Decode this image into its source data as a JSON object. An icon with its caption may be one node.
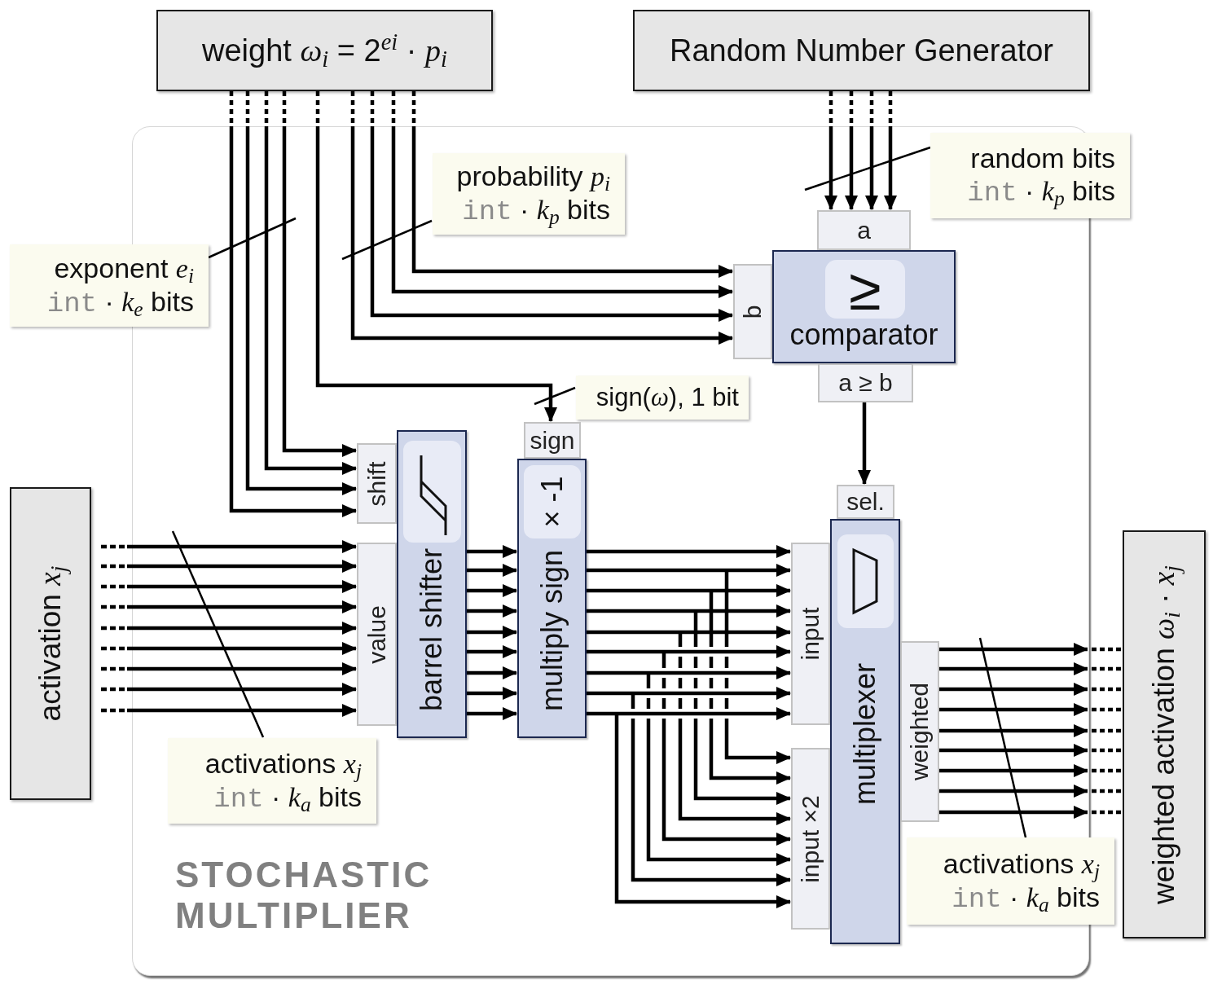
{
  "diagram": {
    "nodes": [
      {
        "text": [
          "weight *ω*$_{i}$ = 2$^{ei}$ · *p*$_{i}$"
        ]
      },
      {
        "text": [
          "Random Number Generator"
        ]
      },
      {
        "text": [
          "STOCHASTIC MULTIPLIER"
        ]
      },
      {
        "text": [
          "activation *x*$_{j}$"
        ]
      },
      {
        "text": [
          "weighted activation *ω*$_{i}$ · *x*$_{j}$"
        ]
      },
      {
        "text": [
          "exponent *e*$_{i}$",
          "int · *k*$_{e}$ bits"
        ]
      },
      {
        "text": [
          "probability *p*$_{i}$",
          "int · *k*$_{p}$ bits"
        ],
        "in": 2
      },
      {
        "text": [
          "random bits",
          "int · *k*$_{p}$ bits"
        ]
      },
      {
        "text": [
          "a"
        ],
        "in": 2
      },
      {
        "text": [
          "b"
        ],
        "in": 2
      },
      {
        "text": [
          "≥",
          "comparator"
        ],
        "in": 2
      },
      {
        "text": [
          "a ≥ b"
        ],
        "in": 2
      },
      {
        "text": [
          "sign(*ω*), 1 bit"
        ],
        "in": 2
      },
      {
        "text": [
          "sign"
        ],
        "in": 2
      },
      {
        "text": [
          "shift"
        ],
        "in": 2
      },
      {
        "text": [
          "barrel shifter"
        ],
        "in": 2
      },
      {
        "text": [
          "× -1",
          "multiply sign"
        ],
        "in": 2
      },
      {
        "text": [
          "sel."
        ],
        "in": 2
      },
      {
        "text": [
          "value"
        ],
        "in": 2
      },
      {
        "text": [
          "multiplexer"
        ],
        "in": 2
      },
      {
        "text": [
          "input"
        ],
        "in": 2
      },
      {
        "text": [
          "weighted"
        ],
        "in": 2
      },
      {
        "text": [
          "input ×2"
        ],
        "in": 2
      },
      {
        "text": [
          "activations *x*$_{j}$",
          "int · *k*$_{a}$ bits"
        ],
        "in": 2
      },
      {
        "text": [
          "activations *x*$_{j}$",
          "int · *k*$_{a}$ bits"
        ]
      }
    ],
    "edges": [
      {
        "from": 0,
        "to": 14,
        "arrow": "to"
      },
      {
        "from": 0,
        "to": 14,
        "arrow": "to"
      },
      {
        "from": 0,
        "to": 14,
        "arrow": "to"
      },
      {
        "from": 0,
        "to": 14,
        "arrow": "to"
      },
      {
        "from": 0,
        "to": 13,
        "arrow": "to"
      },
      {
        "from": 0,
        "to": 9,
        "arrow": "to"
      },
      {
        "from": 0,
        "to": 9,
        "arrow": "to"
      },
      {
        "from": 0,
        "to": 9,
        "arrow": "to"
      },
      {
        "from": 0,
        "to": 9,
        "arrow": "to"
      },
      {
        "from": 1,
        "to": 8,
        "arrow": "to"
      },
      {
        "from": 1,
        "to": 8,
        "arrow": "to"
      },
      {
        "from": 1,
        "to": 8,
        "arrow": "to"
      },
      {
        "from": 1,
        "to": 8,
        "arrow": "to"
      },
      {
        "from": 11,
        "to": 17,
        "arrow": "to"
      },
      {
        "from": 3,
        "to": 18,
        "arrow": "to"
      },
      {
        "from": 3,
        "to": 18,
        "arrow": "to"
      },
      {
        "from": 3,
        "to": 18,
        "arrow": "to"
      },
      {
        "from": 3,
        "to": 18,
        "arrow": "to"
      },
      {
        "from": 3,
        "to": 18,
        "arrow": "to"
      },
      {
        "from": 3,
        "to": 18,
        "arrow": "to"
      },
      {
        "from": 3,
        "to": 18,
        "arrow": "to"
      },
      {
        "from": 3,
        "to": 18,
        "arrow": "to"
      },
      {
        "from": 3,
        "to": 18,
        "arrow": "to"
      },
      {
        "from": 15,
        "to": 16,
        "arrow": "to"
      },
      {
        "from": 15,
        "to": 16,
        "arrow": "to"
      },
      {
        "from": 15,
        "to": 16,
        "arrow": "to"
      },
      {
        "from": 15,
        "to": 16,
        "arrow": "to"
      },
      {
        "from": 15,
        "to": 16,
        "arrow": "to"
      },
      {
        "from": 15,
        "to": 16,
        "arrow": "to"
      },
      {
        "from": 15,
        "to": 16,
        "arrow": "to"
      },
      {
        "from": 15,
        "to": 16,
        "arrow": "to"
      },
      {
        "from": 15,
        "to": 16,
        "arrow": "to"
      },
      {
        "from": 16,
        "to": 20,
        "arrow": "to"
      },
      {
        "from": 16,
        "to": 20,
        "arrow": "to"
      },
      {
        "from": 16,
        "to": 20,
        "arrow": "to"
      },
      {
        "from": 16,
        "to": 20,
        "arrow": "to"
      },
      {
        "from": 16,
        "to": 20,
        "arrow": "to"
      },
      {
        "from": 16,
        "to": 20,
        "arrow": "to"
      },
      {
        "from": 16,
        "to": 20,
        "arrow": "to"
      },
      {
        "from": 16,
        "to": 20,
        "arrow": "to"
      },
      {
        "from": 16,
        "to": 20,
        "arrow": "to"
      },
      {
        "from": 16,
        "to": 22,
        "arrow": "to"
      },
      {
        "from": 16,
        "to": 22,
        "arrow": "to"
      },
      {
        "from": 16,
        "to": 22,
        "arrow": "to"
      },
      {
        "from": 16,
        "to": 22,
        "arrow": "to"
      },
      {
        "from": 16,
        "to": 22,
        "arrow": "to"
      },
      {
        "from": 16,
        "to": 22,
        "arrow": "to"
      },
      {
        "from": 16,
        "to": 22,
        "arrow": "to"
      },
      {
        "from": 16,
        "to": 22,
        "arrow": "to"
      },
      {
        "from": 21,
        "to": 4,
        "arrow": "to"
      },
      {
        "from": 21,
        "to": 4,
        "arrow": "to"
      },
      {
        "from": 21,
        "to": 4,
        "arrow": "to"
      },
      {
        "from": 21,
        "to": 4,
        "arrow": "to"
      },
      {
        "from": 21,
        "to": 4,
        "arrow": "to"
      },
      {
        "from": 21,
        "to": 4,
        "arrow": "to"
      },
      {
        "from": 21,
        "to": 4,
        "arrow": "to"
      },
      {
        "from": 21,
        "to": 4,
        "arrow": "to"
      },
      {
        "from": 21,
        "to": 4,
        "arrow": "to"
      },
      {
        "from": 5,
        "to": null,
        "arrow": "none"
      },
      {
        "from": 6,
        "to": null,
        "arrow": "none"
      },
      {
        "from": 7,
        "to": null,
        "arrow": "none"
      },
      {
        "from": 12,
        "to": null,
        "arrow": "none"
      },
      {
        "from": 23,
        "to": null,
        "arrow": "none"
      },
      {
        "from": 24,
        "to": null,
        "arrow": "none"
      }
    ]
  }
}
